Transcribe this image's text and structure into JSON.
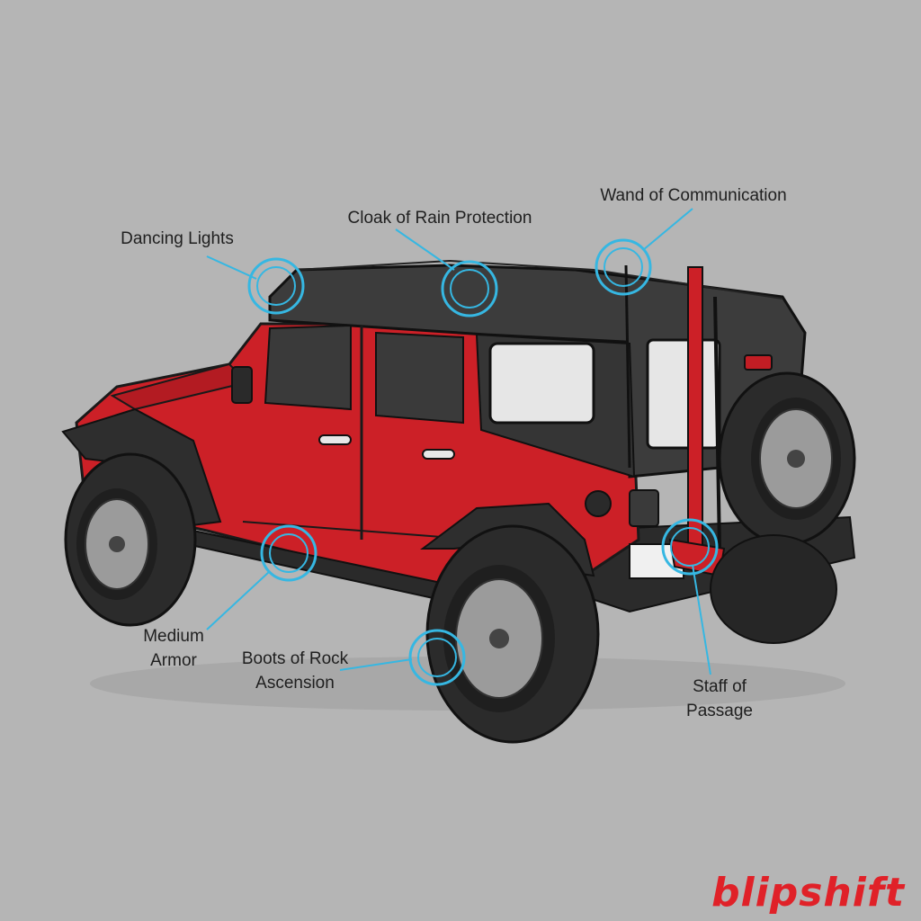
{
  "callouts": [
    {
      "id": "dancing-lights",
      "lines": [
        "Dancing Lights"
      ]
    },
    {
      "id": "cloak",
      "lines": [
        "Cloak of Rain Protection"
      ]
    },
    {
      "id": "wand",
      "lines": [
        "Wand of Communication"
      ]
    },
    {
      "id": "medium-armor",
      "lines": [
        "Medium",
        "Armor"
      ]
    },
    {
      "id": "boots",
      "lines": [
        "Boots of Rock",
        "Ascension"
      ]
    },
    {
      "id": "staff",
      "lines": [
        "Staff of",
        "Passage"
      ]
    }
  ],
  "brand": "blipshift",
  "colors": {
    "background": "#b5b5b5",
    "body": "#cc2027",
    "top": "#3c3c3c",
    "callout": "#36b7e2",
    "brand": "#e02128"
  }
}
